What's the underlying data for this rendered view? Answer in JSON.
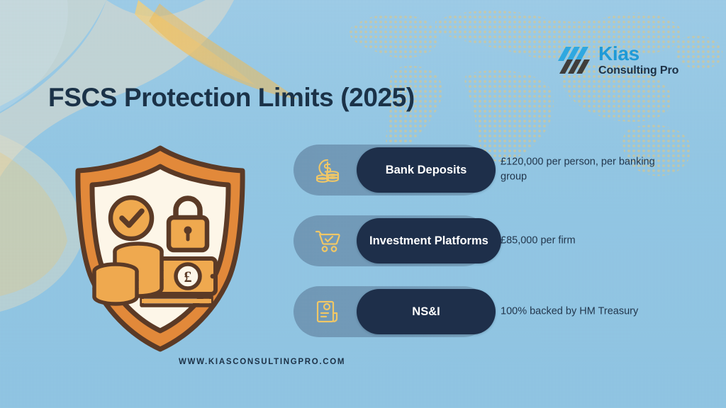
{
  "brand": {
    "logo_line1": "Kias",
    "logo_line2": "Consulting Pro",
    "logo_blue": "#1f9ad6",
    "logo_navy": "#3c3a38",
    "website": "WWW.KIASCONSULTINGPRO.COM"
  },
  "header": {
    "title": "FSCS Protection Limits (2025)"
  },
  "colors": {
    "background": "#8fc6e5",
    "pill_navy": "#1e2f4a",
    "track_slate": "#7098b6",
    "icon_gold": "#f0c766",
    "shield_orange": "#e8913c",
    "shield_dark": "#5b3a26",
    "shield_cream": "#fbf4e6",
    "text_navy": "#1b3248"
  },
  "illustration": {
    "name": "protection-shield",
    "elements": [
      "checkmark-badge",
      "padlock",
      "coin-stacks",
      "banknotes-pound"
    ]
  },
  "rows": [
    {
      "icon": "coins-dollar-icon",
      "label": "Bank Deposits",
      "description": "£120,000 per person, per banking group"
    },
    {
      "icon": "shopping-cart-check-icon",
      "label": "Investment Platforms",
      "description": "£85,000 per firm"
    },
    {
      "icon": "certificate-seal-icon",
      "label": "NS&I",
      "description": "100% backed by HM Treasury"
    }
  ]
}
